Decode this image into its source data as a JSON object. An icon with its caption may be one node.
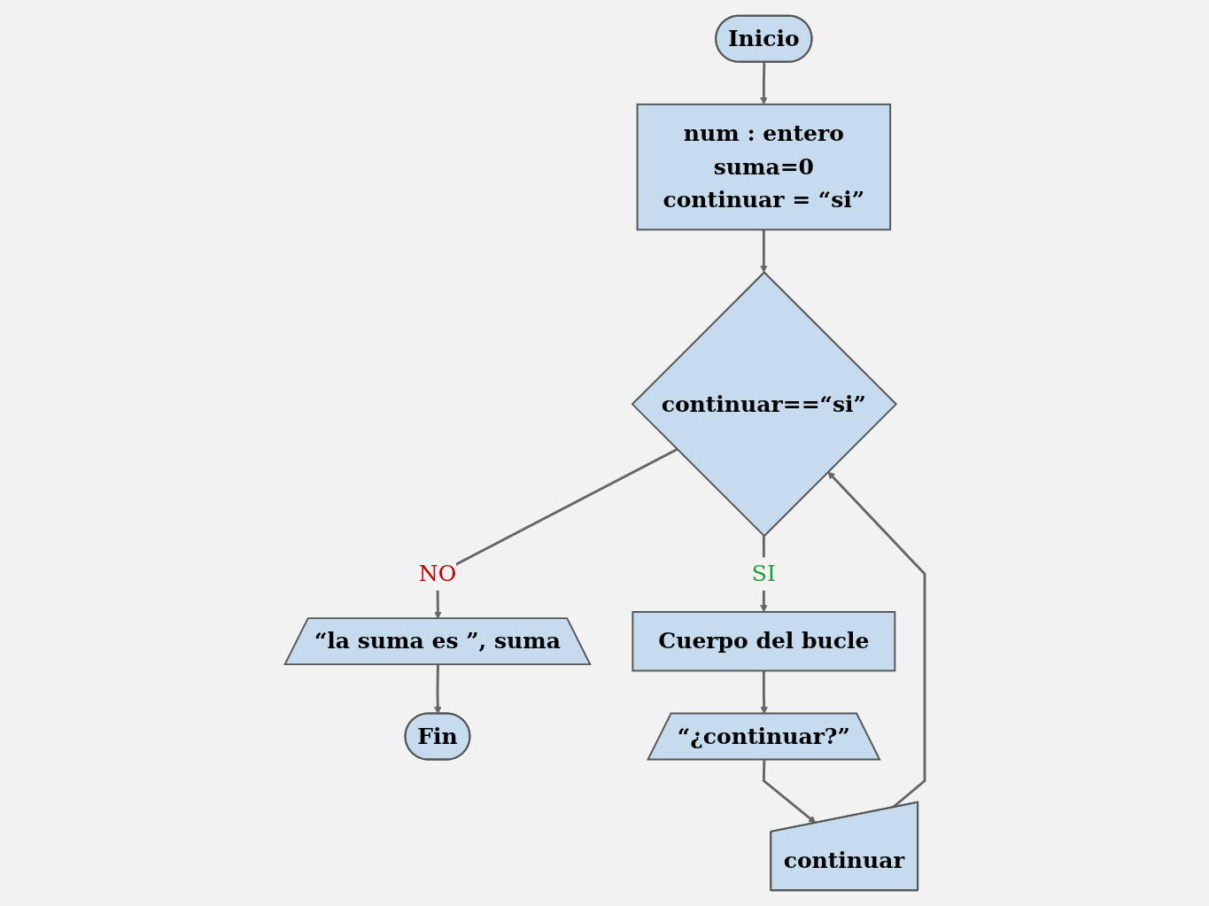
{
  "diagram": {
    "nodes": [
      {
        "text": [
          "Inicio"
        ]
      },
      {
        "text": [
          "num : entero",
          "suma=0",
          "continuar = “si”"
        ]
      },
      {
        "text": [
          "continuar==“si”"
        ]
      },
      {
        "text": [
          "“la suma es ”, suma"
        ]
      },
      {
        "text": [
          "Fin"
        ]
      },
      {
        "text": [
          "Cuerpo del bucle"
        ]
      },
      {
        "text": [
          "“¿continuar?”"
        ]
      },
      {
        "text": [
          "continuar"
        ]
      }
    ],
    "edges": [
      {
        "from": 0,
        "to": 1,
        "arrow": "to"
      },
      {
        "from": 1,
        "to": 2,
        "arrow": "to"
      },
      {
        "from": 2,
        "to": 3,
        "arrow": "to",
        "label": "NO"
      },
      {
        "from": 3,
        "to": 4,
        "arrow": "to"
      },
      {
        "from": 2,
        "to": 5,
        "arrow": "to",
        "label": "SI"
      },
      {
        "from": 5,
        "to": 6,
        "arrow": "to"
      },
      {
        "from": 6,
        "to": 7,
        "arrow": "to"
      },
      {
        "from": 7,
        "to": 2,
        "arrow": "to"
      }
    ]
  }
}
